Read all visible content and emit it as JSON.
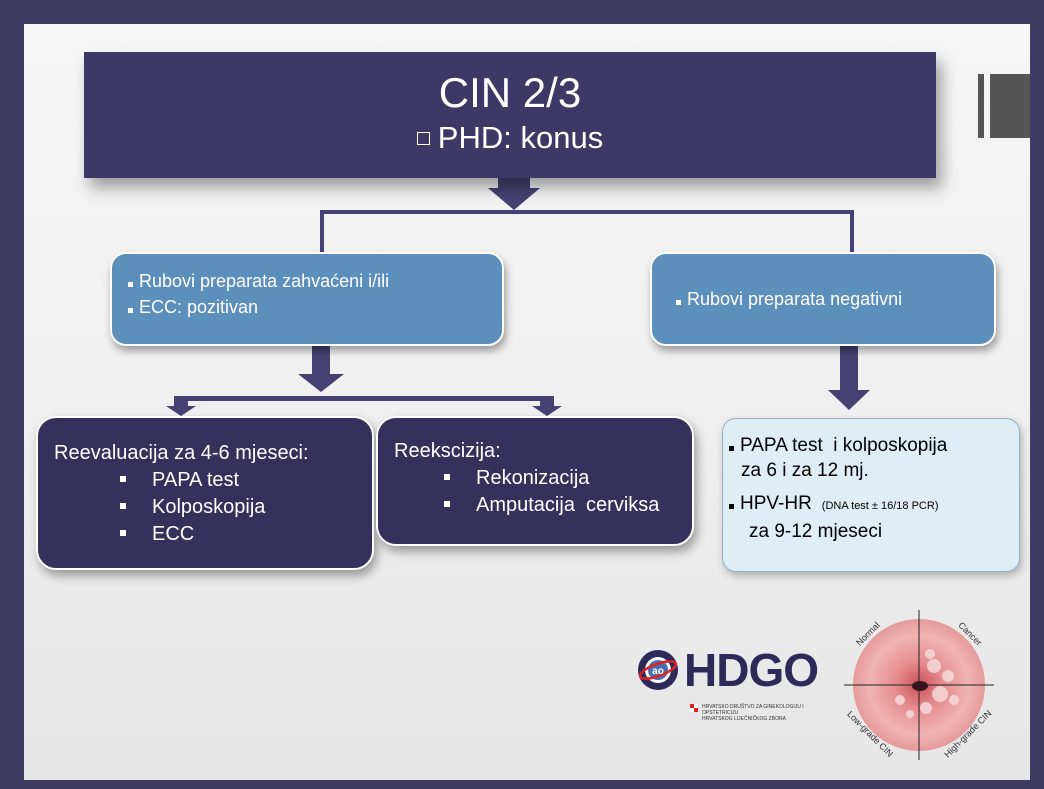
{
  "colors": {
    "frame": "#3f3b63",
    "title_fill": "#3d3866",
    "connector": "#454172",
    "blue_box": "#5d8fbd",
    "dark_box": "#35305c",
    "light_box": "#dfedf5"
  },
  "title": {
    "line1": "CIN 2/3",
    "line2": "PHD: konus"
  },
  "branch_left": {
    "items": [
      "Rubovi preparata zahvaćeni i/ili",
      "ECC: pozitivan"
    ]
  },
  "branch_right": {
    "items": [
      "Rubovi preparata negativni"
    ]
  },
  "box_reevaluation": {
    "heading": "Reevaluacija za 4-6 mjeseci:",
    "items": [
      "PAPA test",
      "Kolposkopija",
      "ECC"
    ]
  },
  "box_reexcision": {
    "heading": "Reekscizija:",
    "items": [
      "Rekonizacija",
      "Amputacija  cerviksa"
    ]
  },
  "box_followup": {
    "item1_line1": "PAPA test  i kolposkopija",
    "item1_line2": "za 6 i za 12 mj.",
    "item2_label": "HPV-HR",
    "item2_note": "(DNA test ± 16/18 PCR)",
    "item2_line2": "za 9-12 mjeseci"
  },
  "logo": {
    "icon": "hdgo-logo-icon",
    "text": "HDGO",
    "caption_line1": "HRVATSKO DRUŠTVO ZA GINEKOLOGIJU I OPSTETRICIJU",
    "caption_line2": "HRVATSKOG LIJEČNIČKOG ZBORA"
  },
  "cervix_image": {
    "quadrants": [
      "Normal",
      "Cancer",
      "Low-grade CIN",
      "High-grade CIN"
    ]
  }
}
